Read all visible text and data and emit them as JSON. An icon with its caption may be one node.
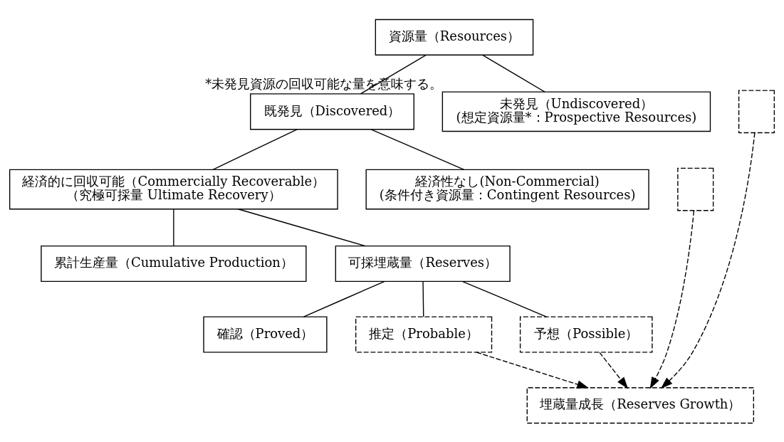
{
  "diagram": {
    "nodes": [
      {
        "text": [
          "資源量（Resources）"
        ]
      },
      {
        "text": [
          "既発見（Discovered）"
        ]
      },
      {
        "text": [
          "未発見（Undiscovered）",
          "(想定資源量*：Prospective Resources)"
        ],
        "beside": [
          "*未発見資源の回収可能な量を意味する。"
        ]
      },
      {
        "text": [],
        "shape": "box"
      },
      {
        "text": [
          "経済的に回収可能（Commercially Recoverable）",
          "（究極可採量 Ultimate Recovery）"
        ]
      },
      {
        "text": [
          "経済性なし(Non-Commercial)",
          "(条件付き資源量：Contingent Resources)"
        ]
      },
      {
        "text": [],
        "shape": "box"
      },
      {
        "text": [
          "累計生産量（Cumulative Production）"
        ]
      },
      {
        "text": [
          "可採埋蔵量（Reserves）"
        ]
      },
      {
        "text": [
          "確認（Proved）"
        ]
      },
      {
        "text": [
          "推定（Probable）"
        ]
      },
      {
        "text": [
          "予想（Possible）"
        ]
      },
      {
        "text": [
          "埋蔵量成長（Reserves Growth）"
        ]
      }
    ],
    "edges": [
      {
        "from": 0,
        "to": 1,
        "arrow": "none"
      },
      {
        "from": 0,
        "to": 2,
        "arrow": "none"
      },
      {
        "from": 1,
        "to": 4,
        "arrow": "none"
      },
      {
        "from": 1,
        "to": 5,
        "arrow": "none"
      },
      {
        "from": 4,
        "to": 7,
        "arrow": "none"
      },
      {
        "from": 4,
        "to": 8,
        "arrow": "none"
      },
      {
        "from": 8,
        "to": 9,
        "arrow": "none"
      },
      {
        "from": 8,
        "to": 10,
        "arrow": "none"
      },
      {
        "from": 8,
        "to": 11,
        "arrow": "none"
      },
      {
        "from": 10,
        "to": 12,
        "arrow": "to",
        "style": "dashed"
      },
      {
        "from": 11,
        "to": 12,
        "arrow": "to",
        "style": "dashed"
      },
      {
        "from": 3,
        "to": 12,
        "arrow": "to",
        "style": "dashed"
      },
      {
        "from": 6,
        "to": 12,
        "arrow": "to",
        "style": "dashed"
      }
    ]
  }
}
